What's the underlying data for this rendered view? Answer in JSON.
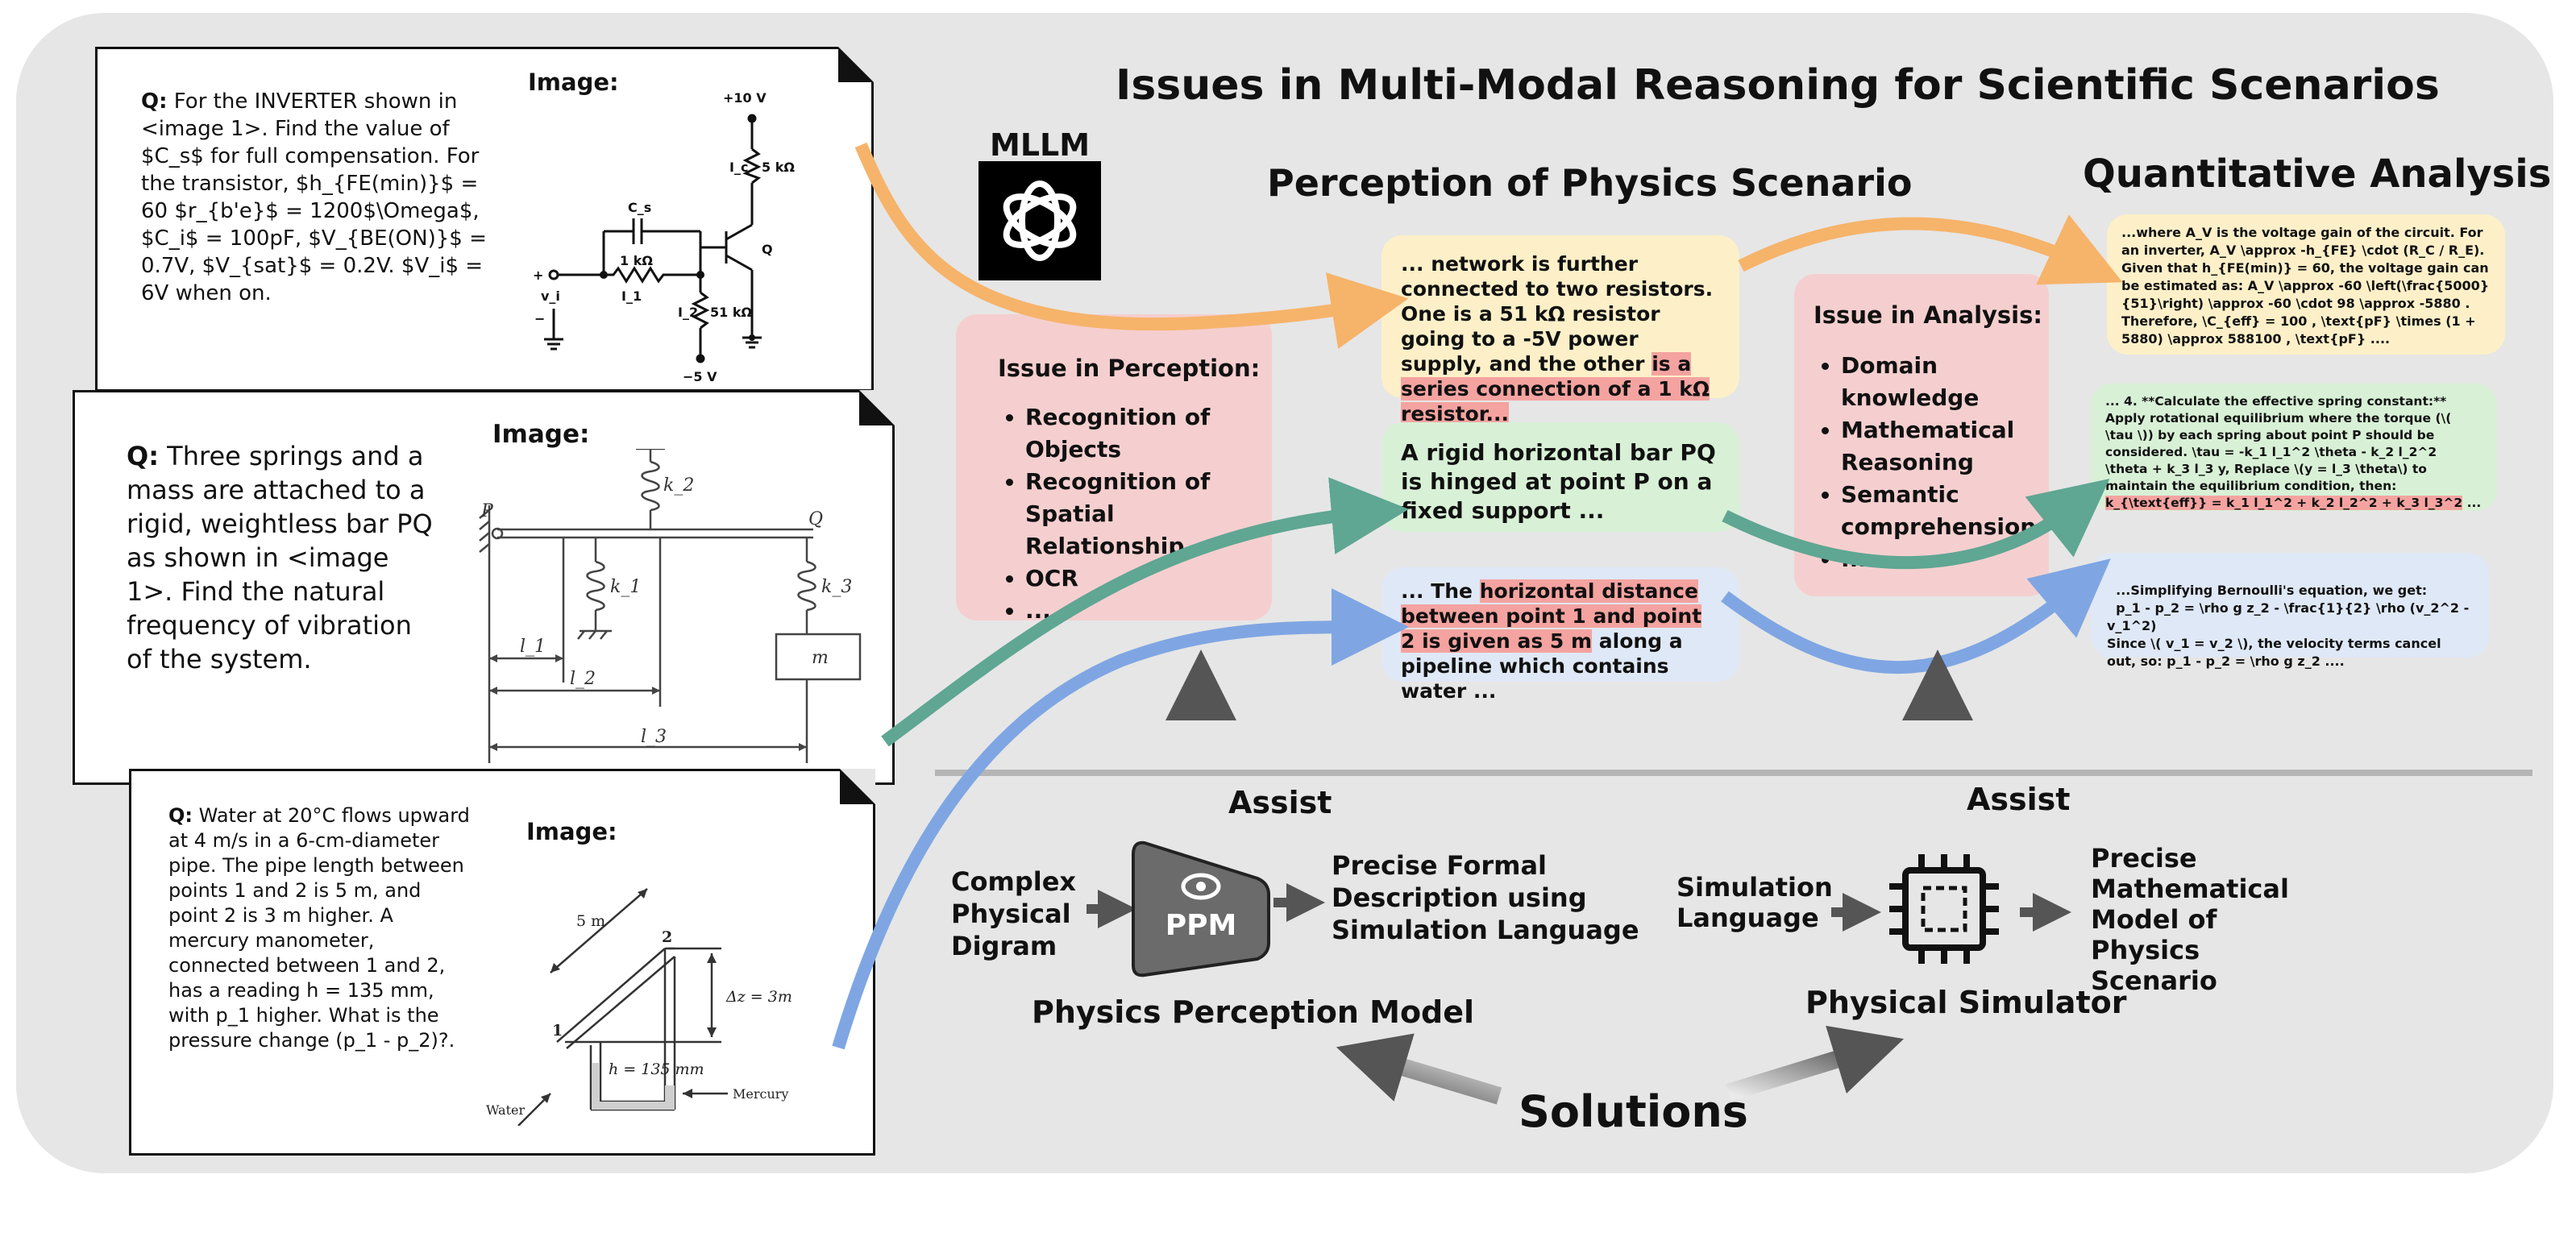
{
  "title": "Issues in Multi-Modal Reasoning for Scientific Scenarios",
  "mllm_label": "MLLM",
  "perception_header": "Perception of Physics Scenario",
  "analysis_header": "Quantitative Analysis",
  "questions": [
    {
      "q_prefix": "Q:",
      "text": "For the INVERTER shown in <image 1>. Find the value of $C_s$ for full compensation. For the transistor, $h_{FE(min)}$ = 60 $r_{b'e}$ = 1200$\\Omega$, $C_i$ = 100pF, $V_{BE(ON)}$ = 0.7V, $V_{sat}$ = 0.2V. $V_i$ = 6V when on.",
      "image_label": "Image:",
      "figure_labels": [
        "+10 V",
        "5 kΩ",
        "I_c",
        "Q",
        "C_s",
        "1 kΩ",
        "I_1",
        "v_i",
        "I_2",
        "51 kΩ",
        "−5 V",
        "+",
        "−"
      ]
    },
    {
      "q_prefix": "Q:",
      "text": "Three springs and a mass are attached to a rigid, weightless bar PQ as shown in <image 1>. Find the natural frequency of vibration of the system.",
      "image_label": "Image:",
      "figure_labels": [
        "P",
        "Q",
        "k_2",
        "k_1",
        "k_3",
        "m",
        "l_1",
        "l_2",
        "l_3"
      ]
    },
    {
      "q_prefix": "Q:",
      "text": "Water at 20°C flows upward at 4 m/s in a 6-cm-diameter pipe. The pipe length between points 1 and 2 is 5 m, and point 2 is 3 m higher. A mercury manometer, connected between 1 and 2, has a reading h = 135 mm, with p_1 higher. What is the pressure change (p_1 - p_2)?.",
      "image_label": "Image:",
      "figure_labels": [
        "5 m",
        "2",
        "1",
        "Δz = 3m",
        "h = 135 mm",
        "Water",
        "Mercury"
      ]
    }
  ],
  "issue_perception": {
    "title": "Issue in Perception:",
    "items": [
      "Recognition of Objects",
      "Recognition of Spatial Relationship",
      "OCR",
      "..."
    ]
  },
  "issue_analysis": {
    "title": "Issue in Analysis:",
    "items": [
      "Domain knowledge",
      "Mathematical Reasoning",
      "Semantic comprehension",
      "..."
    ]
  },
  "perception_boxes": [
    {
      "pre": "... network is further connected to two resistors. One is a 51 kΩ resistor going to a -5V power supply, and the other ",
      "highlight": "is a series connection of a 1 kΩ resistor...",
      "post": ""
    },
    {
      "pre": "A rigid horizontal bar PQ is hinged at point P on a fixed support ...",
      "highlight": "",
      "post": ""
    },
    {
      "pre": "... The ",
      "highlight": "horizontal distance between point 1 and point 2 is given as 5 m",
      "post": " along a pipeline which contains water ..."
    }
  ],
  "analysis_boxes": [
    {
      "pre": "...where A_V is the voltage gain of the circuit. For an inverter, A_V \\approx -h_{FE} \\cdot (R_C / R_E). Given that h_{FE(min)} = 60, the voltage gain can be estimated as: A_V \\approx -60 \\left(\\frac{5000}{51}\\right) \\approx -60 \\cdot 98 \\approx -5880 . Therefore, \\C_{eff} = 100 , \\text{pF} \\times (1 + 5880) \\approx 588100 , \\text{pF} ....",
      "highlight": "",
      "post": ""
    },
    {
      "pre": "... 4. **Calculate the effective spring constant:** Apply rotational equilibrium where the torque (\\( \\tau \\)) by each spring about point P should be considered. \\tau = -k_1 l_1^2 \\theta - k_2 l_2^2 \\theta + k_3 l_3 y, Replace \\(y = l_3 \\theta\\) to maintain the equilibrium condition, then: ",
      "highlight": "k_{\\text{eff}} = k_1 l_1^2 + k_2 l_2^2 + k_3 l_3^2",
      "post": " ..."
    },
    {
      "pre": "...Simplifying Bernoulli's equation, we get:\n  p_1 - p_2 = \\rho g z_2 - \\frac{1}{2} \\rho (v_2^2 - v_1^2)\nSince \\( v_1 = v_2 \\), the velocity terms cancel out, so: p_1 - p_2 = \\rho g z_2 ....",
      "highlight": "",
      "post": ""
    }
  ],
  "solutions": {
    "assist_left": "Assist",
    "assist_right": "Assist",
    "ppm_input": "Complex Physical Digram",
    "ppm_chip": "PPM",
    "ppm_output": "Precise Formal Description using Simulation Language",
    "ppm_name": "Physics Perception Model",
    "sim_input": "Simulation Language",
    "sim_output": "Precise Mathematical Model of Physics Scenario",
    "sim_name": "Physical Simulator",
    "footer": "Solutions"
  },
  "colors": {
    "orange": "#f6b36a",
    "teal": "#5fa693",
    "blue": "#7fa6e3",
    "pink_box": "#f5cfcf",
    "yellow_box": "#fdf0c8",
    "green_box": "#d8f1d6",
    "blue_box": "#dfe8f6",
    "highlight": "#f4a3a0",
    "panel": "#e6e6e6"
  }
}
